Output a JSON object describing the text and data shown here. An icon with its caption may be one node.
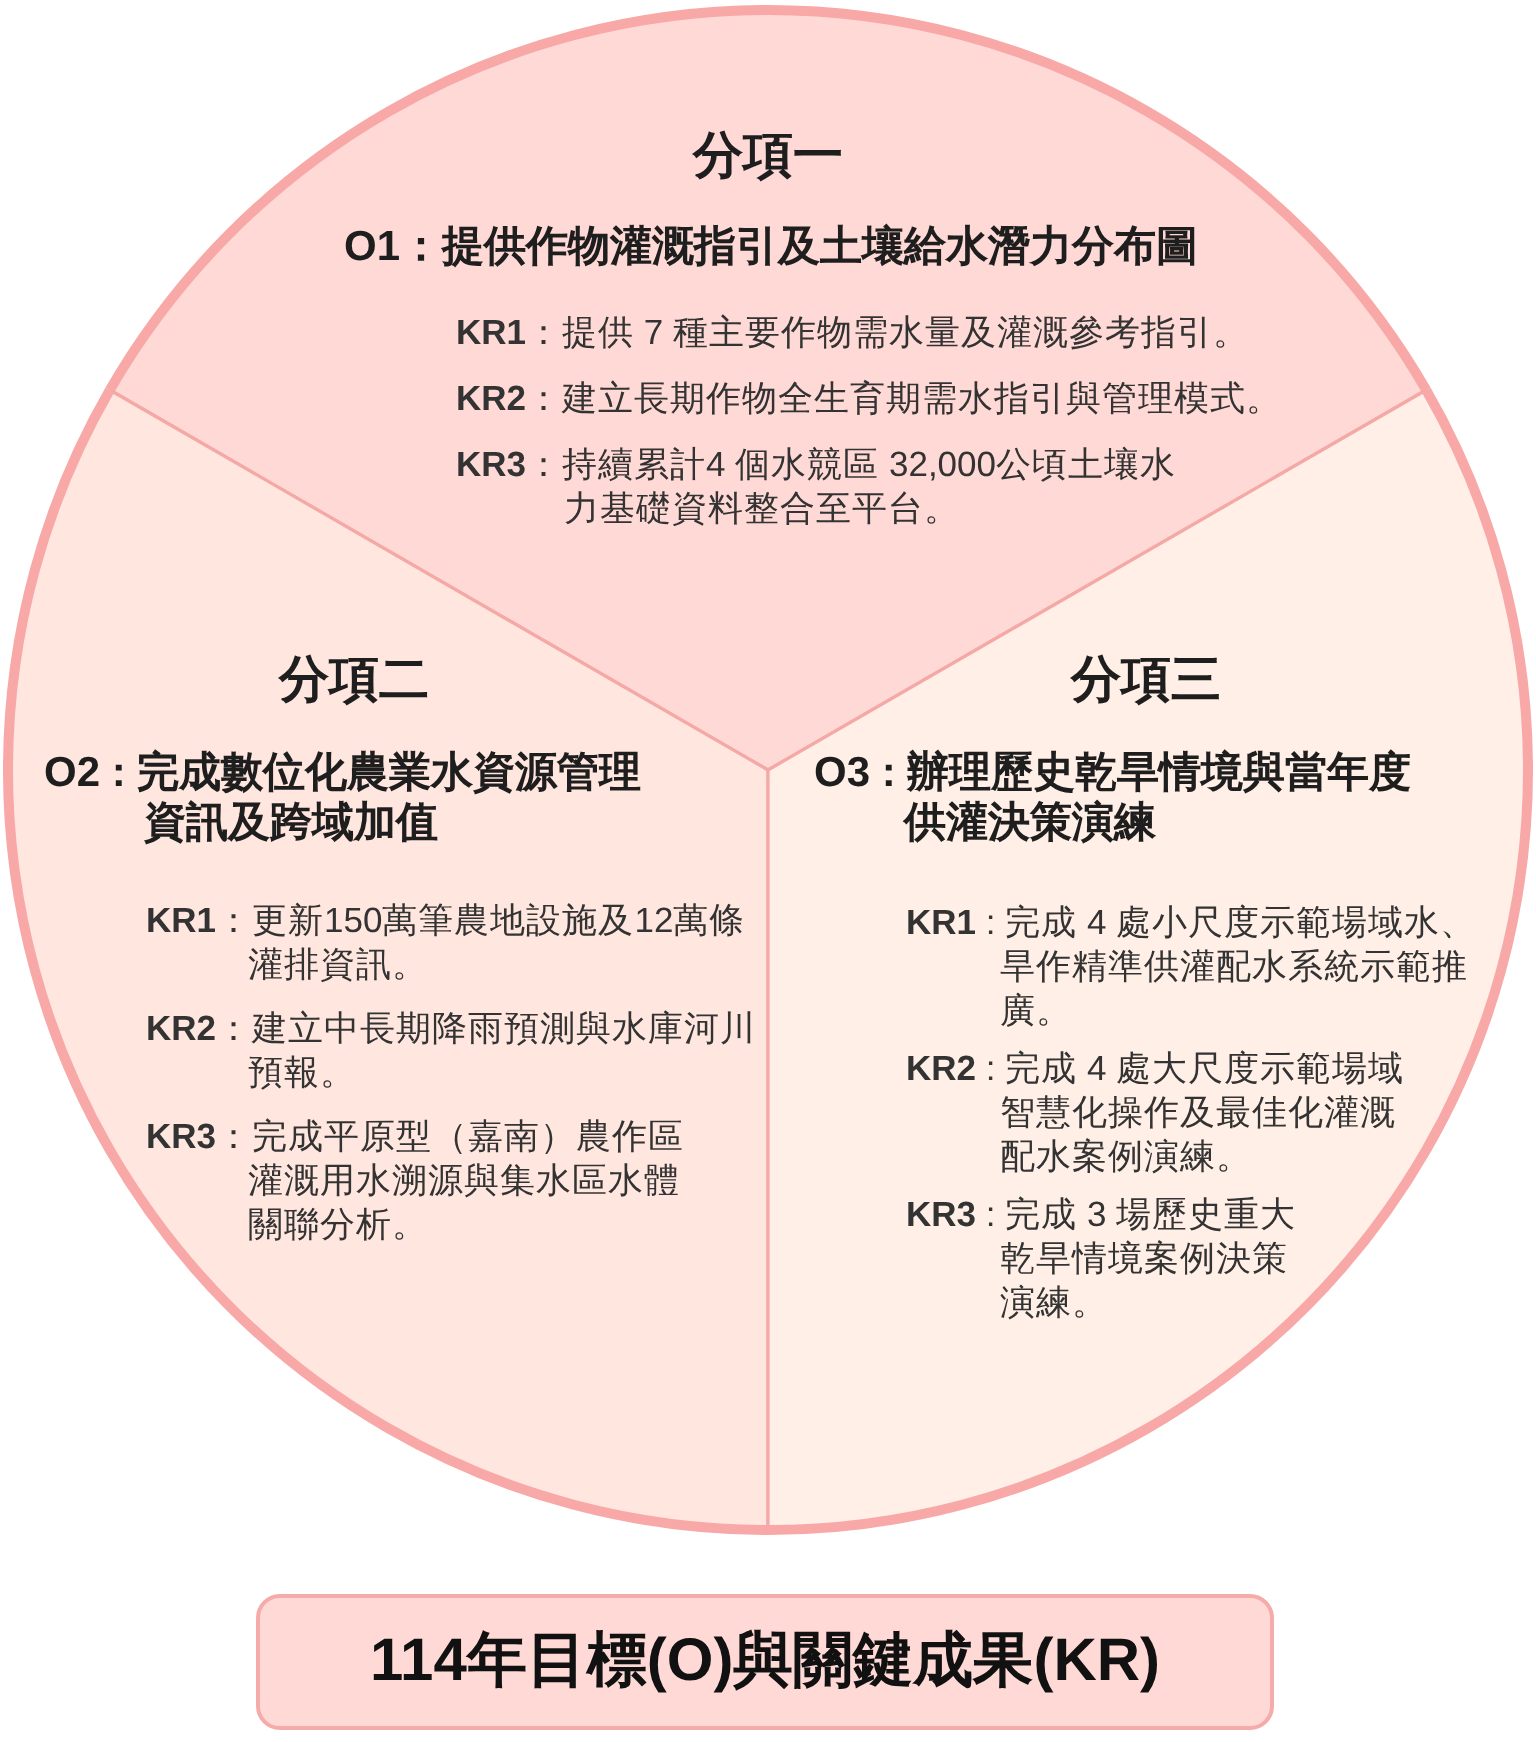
{
  "diagram": {
    "nodes": [
      {
        "text": [
          "分項一",
          "O1：提供作物灌溉指引及土壤給水潛力分布圖",
          "**KR1**：提供 7 種主要作物需水量及灌溉參考指引。",
          "**KR2**：建立長期作物全生育期需水指引與管理模式。",
          "**KR3**：持續累計4 個水競區 32,000公頃土壤水力基礎資料整合至平台。"
        ]
      },
      {
        "text": [
          "分項二",
          "O2 : 完成數位化農業水資源管理資訊及跨域加值",
          "**KR1**：更新150萬筆農地設施及12萬條灌排資訊。",
          "**KR2**：建立中長期降雨預測與水庫河川預報。",
          "**KR3**：完成平原型（嘉南）農作區灌溉用水溯源與集水區水體關聯分析。"
        ]
      },
      {
        "text": [
          "分項三",
          "O3 : 辦理歷史乾旱情境與當年度供灌決策演練",
          "**KR1** : 完成 4 處小尺度示範場域水、旱作精準供灌配水系統示範推廣。",
          "**KR2** : 完成 4 處大尺度示範場域智慧化操作及最佳化灌溉配水案例演練。",
          "**KR3** : 完成 3 場歷史重大乾旱情境案例決策演練。"
        ]
      },
      {
        "text": [
          "114年目標(O)與關鍵成果(KR)"
        ]
      }
    ]
  }
}
